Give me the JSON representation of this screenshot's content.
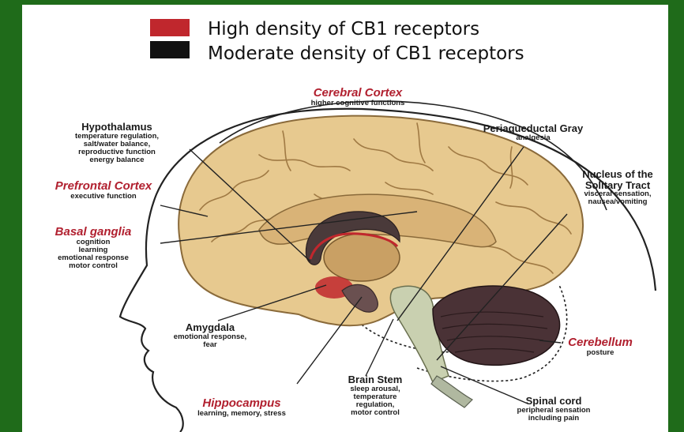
{
  "legend": {
    "items": [
      {
        "label": "High density of CB1 receptors",
        "color": "#c0272d"
      },
      {
        "label": "Moderate density of CB1 receptors",
        "color": "#111111"
      }
    ]
  },
  "regions": {
    "cerebral_cortex": {
      "name": "Cerebral Cortex",
      "desc": [
        "higher cognitive functions"
      ]
    },
    "hypothalamus": {
      "name": "Hypothalamus",
      "desc": [
        "temperature regulation,",
        "salt/water balance,",
        "reproductive function",
        "energy balance"
      ]
    },
    "prefrontal_cortex": {
      "name": "Prefrontal Cortex",
      "desc": [
        "executive function"
      ]
    },
    "basal_ganglia": {
      "name": "Basal ganglia",
      "desc": [
        "cognition",
        "learning",
        "emotional response",
        "motor control"
      ]
    },
    "amygdala": {
      "name": "Amygdala",
      "desc": [
        "emotional response,",
        "fear"
      ]
    },
    "hippocampus": {
      "name": "Hippocampus",
      "desc": [
        "learning, memory, stress"
      ]
    },
    "brain_stem": {
      "name": "Brain Stem",
      "desc": [
        "sleep arousal,",
        "temperature",
        "regulation,",
        "motor control"
      ]
    },
    "periaqueductal_gray": {
      "name": "Periaqueductal Gray",
      "desc": [
        "analgesia"
      ]
    },
    "nucleus_solitary_tract": {
      "name": "Nucleus of the Solitary Tract",
      "name_lines": [
        "Nucleus of the",
        "Solitary Tract"
      ],
      "desc": [
        "visceral sensation,",
        "nausea/vomiting"
      ]
    },
    "cerebellum": {
      "name": "Cerebellum",
      "desc": [
        "posture"
      ]
    },
    "spinal_cord": {
      "name": "Spinal cord",
      "desc": [
        "peripheral sensation",
        "including pain"
      ]
    }
  },
  "colors": {
    "background": "#1f6b1a",
    "region_title_red": "#b1202f",
    "brain_tan": "#e7c98f"
  }
}
